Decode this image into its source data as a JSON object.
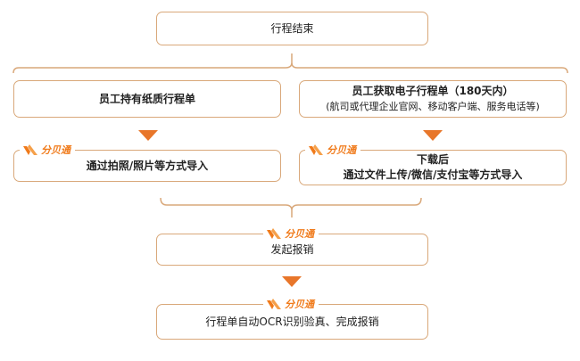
{
  "flow": {
    "start": "行程结束",
    "left_source": "员工持有纸质行程单",
    "right_source_title": "员工获取电子行程单（180天内）",
    "right_source_note": "(航司或代理企业官网、移动客户端、服务电话等)",
    "left_import": "通过拍照/照片等方式导入",
    "right_import_line1": "下载后",
    "right_import_line2": "通过文件上传/微信/支付宝等方式导入",
    "submit": "发起报销",
    "final": "行程单自动OCR识别验真、完成报销"
  },
  "brand": {
    "name": "分贝通",
    "icon": "fenbeitong-logo-icon",
    "color": "#f07a1a"
  },
  "colors": {
    "border": "#d9a87a",
    "arrow": "#e8762a"
  }
}
